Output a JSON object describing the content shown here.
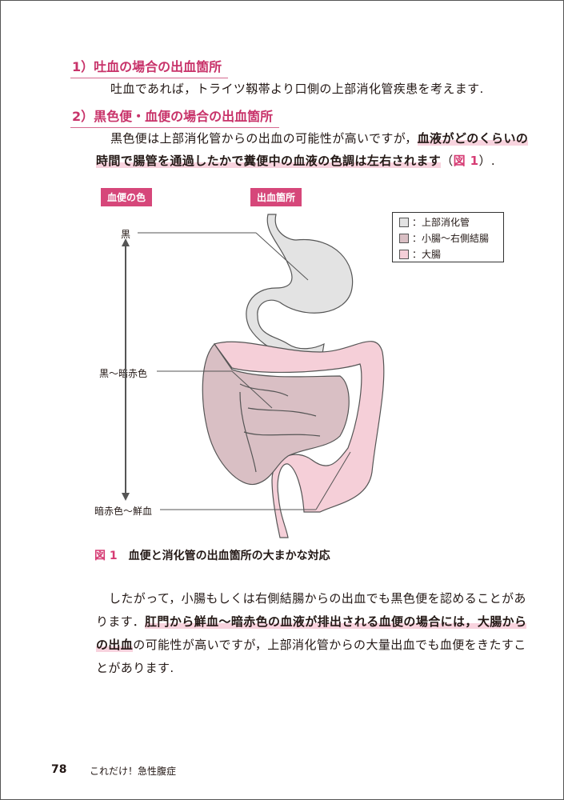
{
  "section1": {
    "heading": "1）吐血の場合の出血箇所",
    "body": "吐血であれば，トライツ靱帯より口側の上部消化管疾患を考えます."
  },
  "section2": {
    "heading": "2）黒色便・血便の場合の出血箇所",
    "line1_plain": "黒色便は上部消化管からの出血の可能性が高いですが，",
    "line1_bold": "血液がどのくらいの",
    "line2_bold": "時間で腸管を通過したかで糞便中の血液の色調は左右されます",
    "line2_ref_open": "（",
    "line2_ref": "図 1",
    "line2_ref_close": "）."
  },
  "figure": {
    "tag_color": "血便の色",
    "tag_site": "出血箇所",
    "color_labels": [
      "黒",
      "黒～暗赤色",
      "暗赤色～鮮血"
    ],
    "legend": [
      {
        "label": "：上部消化管",
        "color": "#e3e3e3"
      },
      {
        "label": "：小腸～右側結腸",
        "color": "#d9bfc4"
      },
      {
        "label": "：大腸",
        "color": "#f5cfd8"
      }
    ],
    "caption_num": "図 1",
    "caption_text": "血便と消化管の出血箇所の大まかな対応"
  },
  "para2": {
    "l1": "したがって，小腸もしくは右側結腸からの出血でも黒色便を認めることがあ",
    "l2_plain": "ります．",
    "l2_bold": "肛門から鮮血～暗赤色の血液が排出される血便の場合には，大腸から",
    "l3_bold": "の出血",
    "l3_plain": "の可能性が高いですが，上部消化管からの大量出血でも血便をきたすこ",
    "l4": "とがあります."
  },
  "footer": {
    "page": "78",
    "title": "これだけ！急性腹症"
  }
}
